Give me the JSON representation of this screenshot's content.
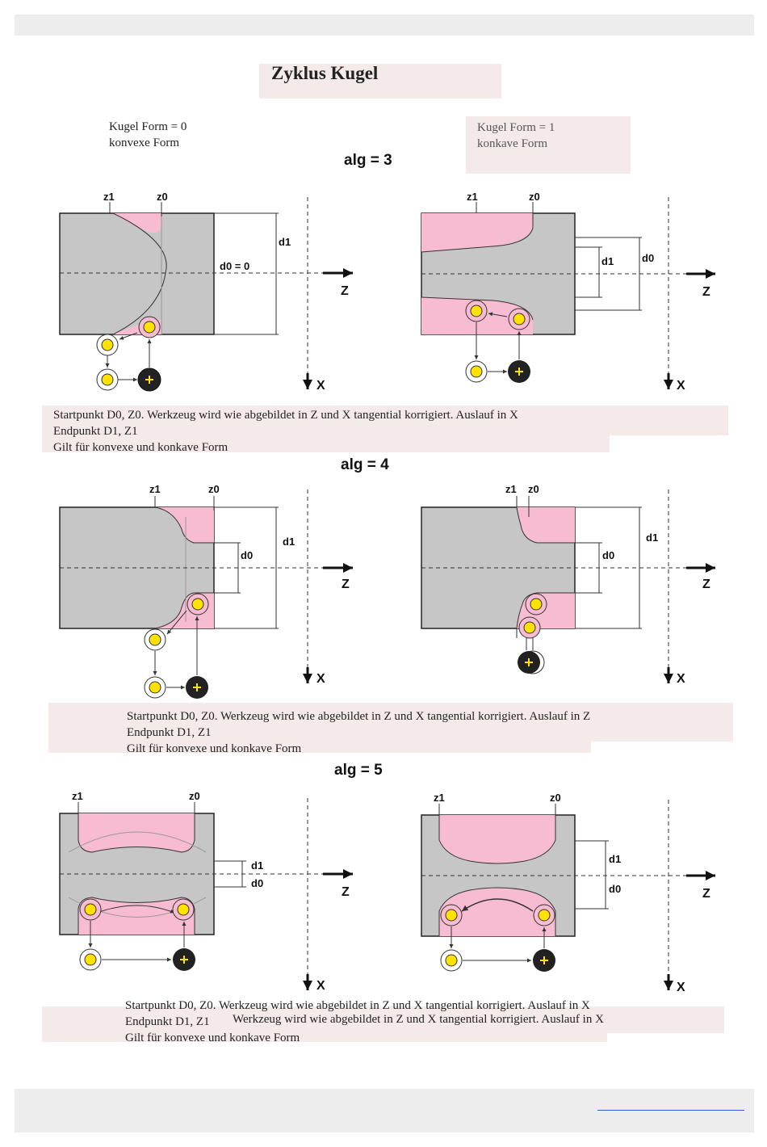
{
  "title": "Zyklus Kugel",
  "form0": {
    "line1": "Kugel Form = 0",
    "line2": "konvexe Form"
  },
  "form1": {
    "line1": "Kugel Form = 1",
    "line2": "konkave Form"
  },
  "sections": [
    {
      "heading": "alg = 3",
      "desc": [
        "Startpunkt D0, Z0. Werkzeug wird wie abgebildet in Z und X tangential korrigiert. Auslauf in X",
        "Endpunkt D1, Z1",
        "Gilt für konvexe und konkave Form"
      ]
    },
    {
      "heading": "alg = 4",
      "desc": [
        "Startpunkt D0, Z0. Werkzeug wird wie abgebildet in Z und X tangential korrigiert. Auslauf in  Z",
        "Endpunkt D1, Z1",
        "Gilt für konvexe und konkave Form"
      ]
    },
    {
      "heading": "alg = 5",
      "desc": [
        "Startpunkt D0, Z0. Werkzeug wird wie abgebildet in Z und X tangential korrigiert. Auslauf in X",
        "Endpunkt D1, Z1",
        "Gilt für konvexe und konkave Form"
      ],
      "overlay": "Werkzeug wird wie abgebildet in Z und X tangential korrigiert. Auslauf in X"
    }
  ],
  "labels": {
    "z1": "z1",
    "z0": "z0",
    "d0": "d0",
    "d1": "d1",
    "d0_eq": "d0 = 0",
    "axis_z": "Z",
    "axis_x": "X"
  },
  "colors": {
    "stock": "#c6c6c6",
    "pink": "#f7bcd2",
    "note_bg": "#f5eaea",
    "tool_center": "#ffe200"
  }
}
